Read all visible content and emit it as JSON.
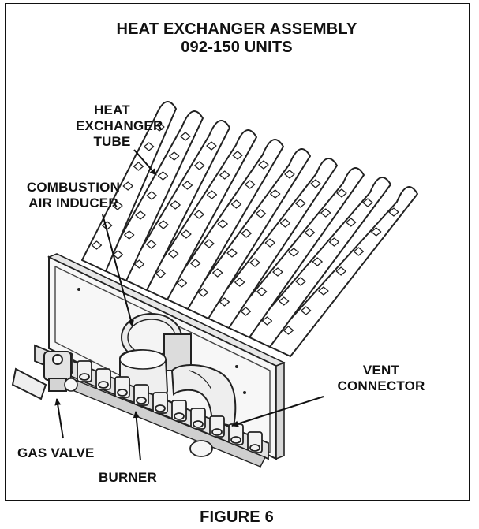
{
  "diagram": {
    "title": "HEAT EXCHANGER ASSEMBLY",
    "subtitle": "092-150 UNITS",
    "figure_caption": "FIGURE 6",
    "labels": {
      "heat_exchanger_tube": [
        "HEAT",
        "EXCHANGER",
        "TUBE"
      ],
      "combustion_air_inducer": [
        "COMBUSTION",
        "AIR INDUCER"
      ],
      "vent_connector": [
        "VENT",
        "CONNECTOR"
      ],
      "gas_valve": "GAS VALVE",
      "burner": "BURNER"
    }
  }
}
